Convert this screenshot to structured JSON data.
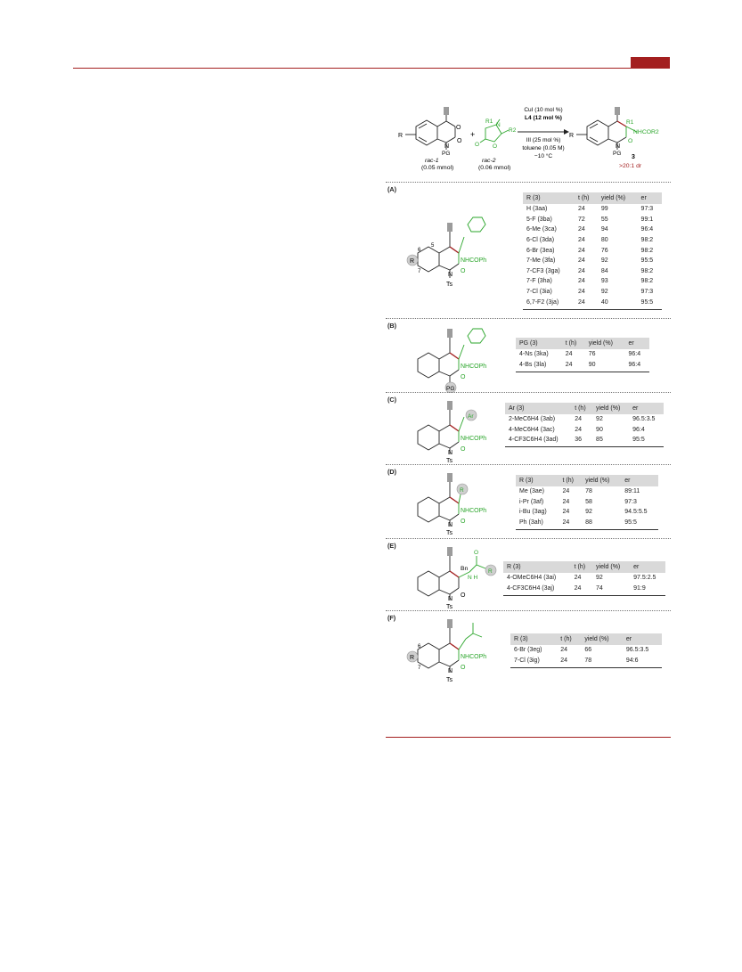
{
  "scheme": {
    "conditions": [
      "CuI (10 mol %)",
      "L4 (12 mol %)",
      "III (25 mol %)",
      "toluene (0.05 M)",
      "−10 °C"
    ],
    "reactant1_name": "rac-1",
    "reactant1_amount": "(0.05 mmol)",
    "reactant2_name": "rac-2",
    "reactant2_amount": "(0.06 mmol)",
    "product_name": "3",
    "dr": ">20:1 dr",
    "labels": {
      "R": "R",
      "PG": "PG",
      "N": "N",
      "O": "O",
      "R1": "R1",
      "R2": "R2",
      "plus": "+",
      "nhcor2": "NHCOR2"
    }
  },
  "panels": [
    {
      "id": "A",
      "label": "(A)",
      "struct_labels": {
        "substituent": "R",
        "amide": "NHCOPh",
        "protecting": "Ts",
        "pos5": "5",
        "pos6": "6",
        "pos7": "7"
      },
      "headers": [
        "R (3)",
        "t (h)",
        "yield (%)",
        "er"
      ],
      "rows": [
        [
          "H (3aa)",
          "24",
          "99",
          "97:3"
        ],
        [
          "5-F (3ba)",
          "72",
          "55",
          "99:1"
        ],
        [
          "6-Me (3ca)",
          "24",
          "94",
          "96:4"
        ],
        [
          "6-Cl (3da)",
          "24",
          "80",
          "98:2"
        ],
        [
          "6-Br (3ea)",
          "24",
          "76",
          "98:2"
        ],
        [
          "7-Me (3fa)",
          "24",
          "92",
          "95:5"
        ],
        [
          "7-CF3 (3ga)",
          "24",
          "84",
          "98:2"
        ],
        [
          "7-F (3ha)",
          "24",
          "93",
          "98:2"
        ],
        [
          "7-Cl (3ia)",
          "24",
          "92",
          "97:3"
        ],
        [
          "6,7-F2 (3ja)",
          "24",
          "40",
          "95:5"
        ]
      ]
    },
    {
      "id": "B",
      "label": "(B)",
      "struct_labels": {
        "substituent": "PG",
        "amide": "NHCOPh"
      },
      "headers": [
        "PG (3)",
        "t (h)",
        "yield (%)",
        "er"
      ],
      "rows": [
        [
          "4-Ns (3ka)",
          "24",
          "76",
          "96:4"
        ],
        [
          "4-Bs (3la)",
          "24",
          "90",
          "96:4"
        ]
      ]
    },
    {
      "id": "C",
      "label": "(C)",
      "struct_labels": {
        "substituent": "Ar",
        "amide": "NHCOPh",
        "protecting": "Ts"
      },
      "headers": [
        "Ar (3)",
        "t (h)",
        "yield (%)",
        "er"
      ],
      "rows": [
        [
          "2-MeC6H4 (3ab)",
          "24",
          "92",
          "96.5:3.5"
        ],
        [
          "4-MeC6H4 (3ac)",
          "24",
          "90",
          "96:4"
        ],
        [
          "4-CF3C6H4 (3ad)",
          "36",
          "85",
          "95:5"
        ]
      ]
    },
    {
      "id": "D",
      "label": "(D)",
      "struct_labels": {
        "substituent": "R",
        "amide": "NHCOPh",
        "protecting": "Ts"
      },
      "headers": [
        "R (3)",
        "t (h)",
        "yield (%)",
        "er"
      ],
      "rows": [
        [
          "Me (3ae)",
          "24",
          "78",
          "89:11"
        ],
        [
          "i-Pr (3af)",
          "24",
          "58",
          "97:3"
        ],
        [
          "i-Bu (3ag)",
          "24",
          "92",
          "94.5:5.5"
        ],
        [
          "Ph (3ah)",
          "24",
          "88",
          "95:5"
        ]
      ]
    },
    {
      "id": "E",
      "label": "(E)",
      "struct_labels": {
        "substituent": "R",
        "bn": "Bn",
        "nh": "N\nH",
        "protecting": "Ts"
      },
      "headers": [
        "R (3)",
        "t (h)",
        "yield (%)",
        "er"
      ],
      "rows": [
        [
          "4-OMeC6H4 (3ai)",
          "24",
          "92",
          "97.5:2.5"
        ],
        [
          "4-CF3C6H4 (3aj)",
          "24",
          "74",
          "91:9"
        ]
      ]
    },
    {
      "id": "F",
      "label": "(F)",
      "struct_labels": {
        "substituent": "R",
        "amide": "NHCOPh",
        "protecting": "Ts",
        "pos6": "6",
        "pos7": "7"
      },
      "headers": [
        "R (3)",
        "t (h)",
        "yield (%)",
        "er"
      ],
      "rows": [
        [
          "6-Br (3eg)",
          "24",
          "66",
          "96.5:3.5"
        ],
        [
          "7-Cl (3ig)",
          "24",
          "78",
          "94:6"
        ]
      ]
    }
  ]
}
